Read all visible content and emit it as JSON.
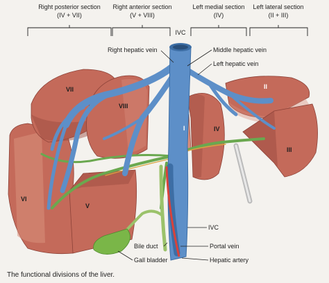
{
  "sections": [
    {
      "name": "Right posterior section",
      "segments": "(IV + VII)"
    },
    {
      "name": "Right anterior section",
      "segments": "(V + VIII)"
    },
    {
      "name": "Left medial section",
      "segments": "(IV)"
    },
    {
      "name": "Left lateral section",
      "segments": "(II + III)"
    }
  ],
  "segments": {
    "s1": "I",
    "s2": "II",
    "s3": "III",
    "s4": "IV",
    "s5": "V",
    "s6": "VI",
    "s7": "VII",
    "s8": "VIII"
  },
  "labels": {
    "ivc_top": "IVC",
    "right_hepatic_vein": "Right hepatic vein",
    "middle_hepatic_vein": "Middle hepatic vein",
    "left_hepatic_vein": "Left hepatic vein",
    "ivc_bottom": "IVC",
    "bile_duct": "Bile duct",
    "portal_vein": "Portal vein",
    "gall_bladder": "Gall bladder",
    "hepatic_artery": "Hepatic artery"
  },
  "caption": "The functional divisions of the liver.",
  "colors": {
    "background": "#f4f2ee",
    "liver": "#c46a5a",
    "liver_light": "#d98f7c",
    "liver_dark": "#9a4a3f",
    "vein": "#5d8fc8",
    "vein_dark": "#3d6ea5",
    "portal_green": "#6aa84f",
    "artery_red": "#d9423a",
    "bile_duct": "#9bc26a",
    "gall_bladder": "#7ab648"
  }
}
